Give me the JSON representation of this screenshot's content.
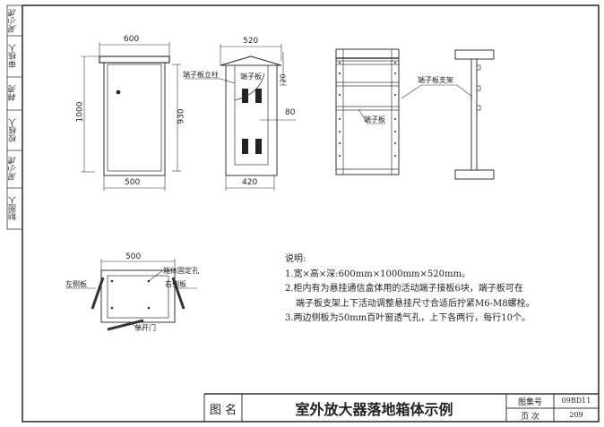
{
  "side_strip": [
    {
      "label": "审核人",
      "signature": "吴小虎"
    },
    {
      "label": "校核人",
      "signature": "韩亮"
    },
    {
      "label": "制图人",
      "signature": "吴小虎"
    }
  ],
  "front_view": {
    "dim_top": "600",
    "dim_height": "1000",
    "dim_inner_height": "930",
    "dim_bottom": "500"
  },
  "side_view": {
    "dim_top": "520",
    "dim_bottom": "420",
    "dim_roof": "20",
    "dim_depth": "80",
    "label_post": "端子板立柱",
    "label_board": "端子板"
  },
  "rack_view": {
    "label_bracket": "端子板支架",
    "label_board": "端子板"
  },
  "plan_view": {
    "dim_width": "500",
    "label_fix_hole": "箱体固定孔",
    "label_left": "左侧板",
    "label_right": "右侧板",
    "label_door": "单开门"
  },
  "notes": {
    "title": "说明:",
    "items": [
      "1.宽×高×深:600mm×1000mm×520mm。",
      "2.柜内有为悬挂通信盒体用的活动端子接板6块，端子板可在",
      "端子板支架上下活动调整悬挂尺寸合适后拧紧M6-M8螺栓。",
      "3.两边侧板为50mm百叶窗透气孔，上下各两行，每行10个。"
    ]
  },
  "title_block": {
    "name_label": "图 名",
    "title": "室外放大器落地箱体示例",
    "atlas_label": "图集号",
    "atlas_value": "09BD11",
    "page_label": "页 次",
    "page_value": "209"
  }
}
